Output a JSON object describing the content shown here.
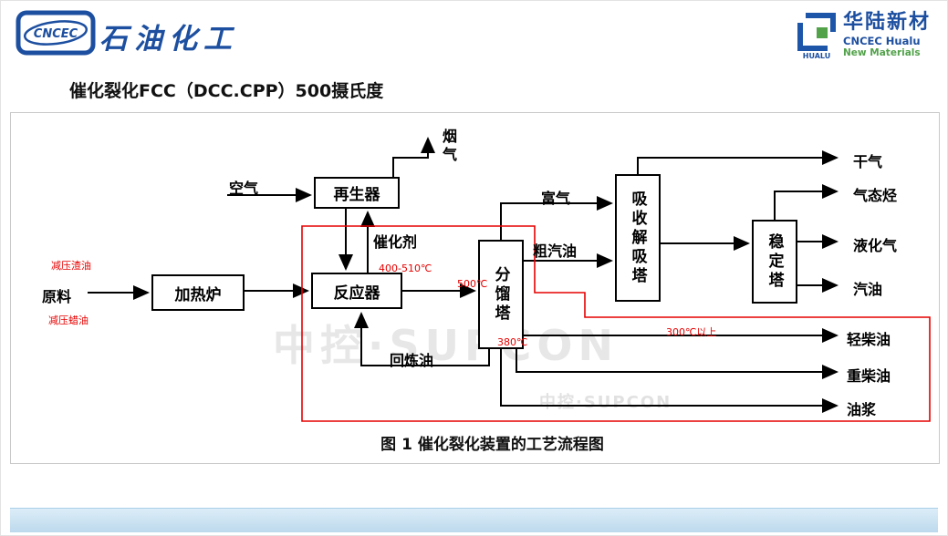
{
  "header": {
    "logo_left": {
      "emblem_text": "CNCEC",
      "brand": "石油化工"
    },
    "title": "催化裂化FCC（DCC.CPP）500摄氏度",
    "logo_right": {
      "icon_text": "HUALU",
      "name": "华陆新材",
      "line1": "CNCEC Hualu",
      "line2": "New Materials"
    }
  },
  "diagram": {
    "units": {
      "regenerator": "再生器",
      "furnace": "加热炉",
      "reactor": "反应器",
      "fractionator": "分馏塔",
      "absorber": "吸收解吸塔",
      "stabilizer": "稳定塔"
    },
    "labels": {
      "flue_gas": "烟气",
      "air": "空气",
      "catalyst": "催化剂",
      "feed": "原料",
      "recycle_oil": "回炼油",
      "rich_gas": "富气",
      "crude_gasoline": "粗汽油",
      "dry_gas": "干气",
      "gaseous_hc": "气态烃",
      "lpg": "液化气",
      "gasoline": "汽油",
      "light_diesel": "轻柴油",
      "heavy_diesel": "重柴油",
      "oil_slurry": "油浆"
    },
    "annotations": {
      "feed_top": "减压渣油",
      "feed_bottom": "减压蜡油",
      "reactor_temp": "400-510℃",
      "transfer_temp": "500℃",
      "fractionator_bottom_temp": "380℃",
      "diesel_temp": "300℃以上"
    },
    "caption": "图 1  催化裂化装置的工艺流程图",
    "watermark": "中控·SUPCON"
  },
  "colors": {
    "brand_blue": "#1d4fa0",
    "brand_green": "#52a24a",
    "highlight_red": "#e60000",
    "footer_blue": "#cde5f4"
  }
}
